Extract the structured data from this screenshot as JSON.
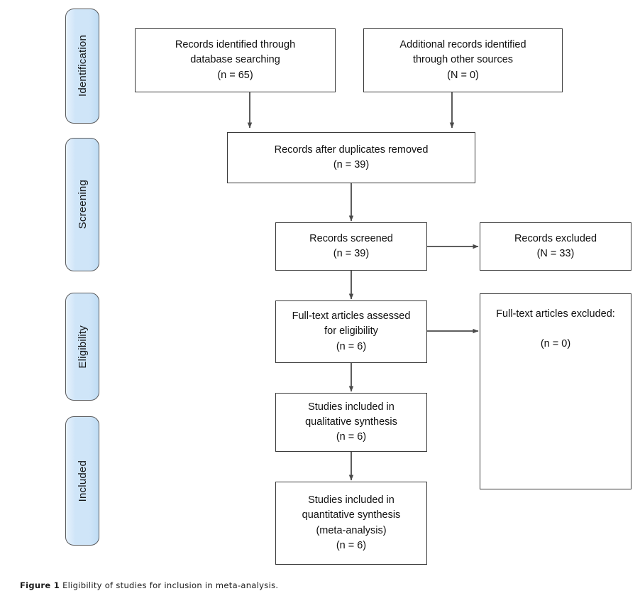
{
  "figure": {
    "caption_label": "Figure 1",
    "caption_text": "Eligibility of studies for inclusion in meta-analysis.",
    "accent_fill": "#cfe5f8",
    "border_color": "#3a3a3a",
    "pill_border_color": "#58595b"
  },
  "stages": [
    {
      "id": "identification",
      "label": "Identification"
    },
    {
      "id": "screening",
      "label": "Screening"
    },
    {
      "id": "eligibility",
      "label": "Eligibility"
    },
    {
      "id": "included",
      "label": "Included"
    }
  ],
  "boxes": {
    "records_identified": {
      "text": "Records identified through\ndatabase searching\n(n = 65)",
      "count_label": "n = 65",
      "count": 65
    },
    "additional_records": {
      "text": "Additional records identified\nthrough other sources\n(N = 0)",
      "count_label": "N = 0",
      "count": 0
    },
    "duplicates_removed": {
      "text": "Records after duplicates removed\n(n = 39)",
      "count_label": "n = 39",
      "count": 39
    },
    "records_screened": {
      "text": "Records screened\n(n = 39)",
      "count_label": "n = 39",
      "count": 39
    },
    "records_excluded": {
      "text": "Records excluded\n(N = 33)",
      "count_label": "N = 33",
      "count": 33
    },
    "fulltext_assessed": {
      "text": "Full-text articles assessed\nfor eligibility\n(n = 6)",
      "count_label": "n = 6",
      "count": 6
    },
    "fulltext_excluded": {
      "text": "Full-text articles excluded:\n\n(n = 0)",
      "count_label": "n = 0",
      "count": 0
    },
    "qualitative_synthesis": {
      "text": "Studies included in\nqualitative synthesis\n(n = 6)",
      "count_label": "n = 6",
      "count": 6
    },
    "quantitative_synthesis": {
      "text": "Studies included in\nquantitative synthesis\n(meta-analysis)\n(n = 6)",
      "count_label": "n = 6",
      "count": 6
    }
  }
}
